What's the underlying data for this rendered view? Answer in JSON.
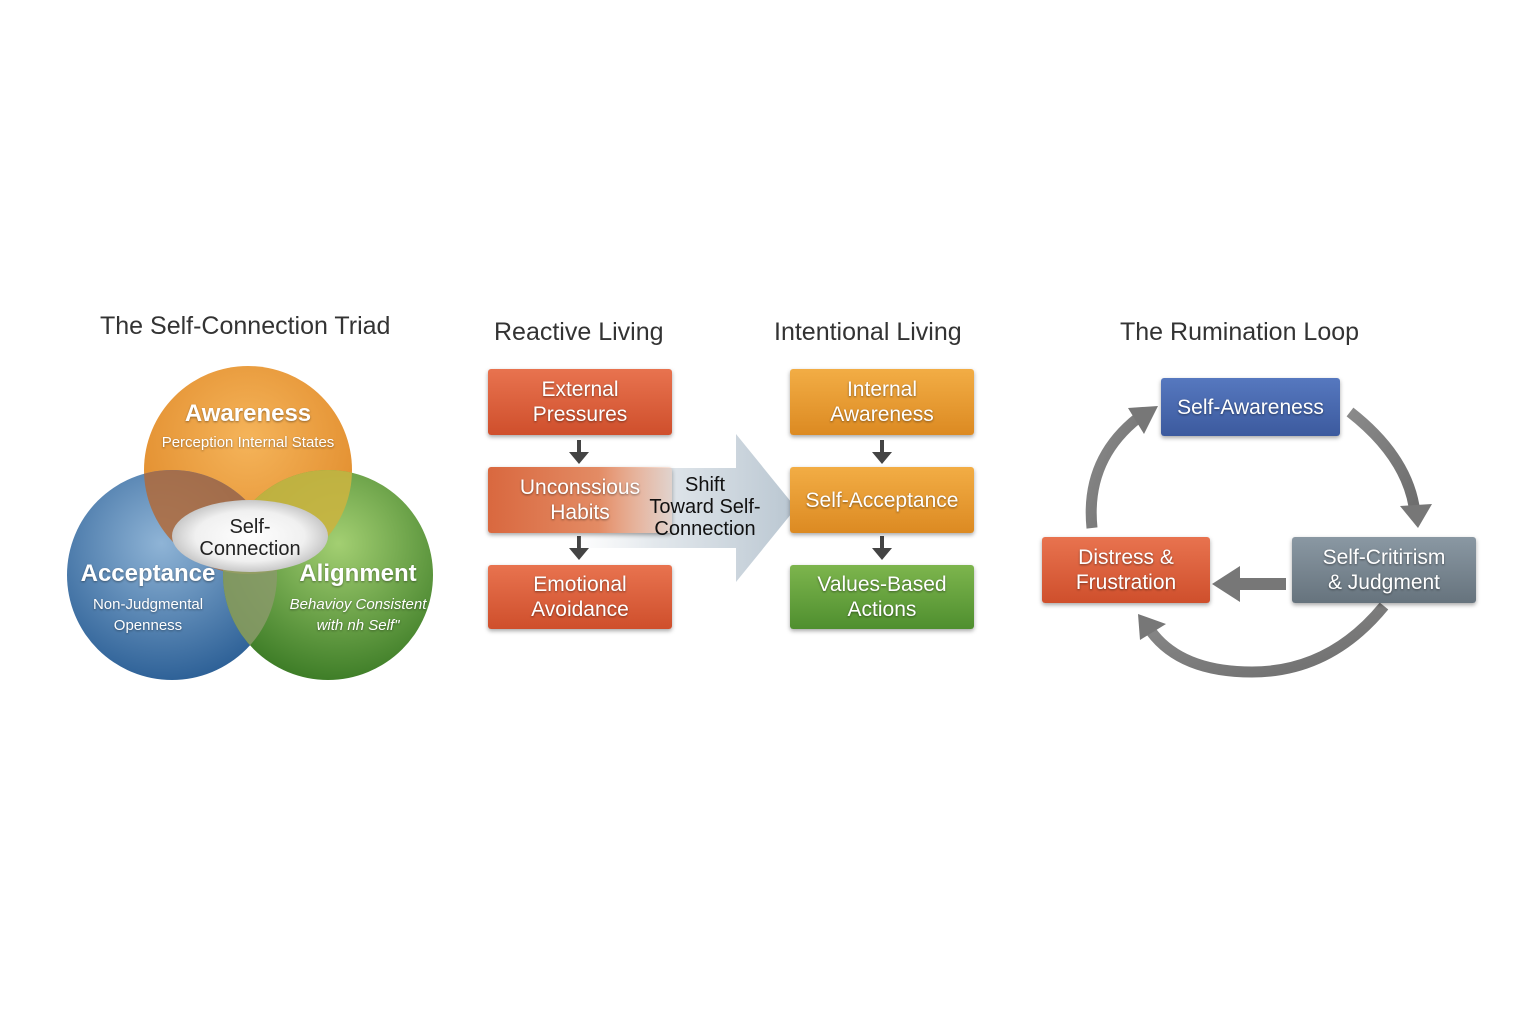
{
  "triad": {
    "title": "The Self-Connection Triad",
    "awareness": {
      "label": "Awareness",
      "desc": "Perception Internal States"
    },
    "acceptance": {
      "label": "Acceptance",
      "desc_line1": "Non-Judgmental",
      "desc_line2": "Openness"
    },
    "alignment": {
      "label": "Alignment",
      "desc_line1": "Behavioy Consistent",
      "desc_line2": "with nh Self\""
    },
    "center": {
      "line1": "Self-",
      "line2": "Connection"
    },
    "colors": {
      "awareness": "#ea9a3a",
      "acceptance": "#4a7fb0",
      "alignment": "#5a9a3a"
    }
  },
  "reactive": {
    "title": "Reactive Living",
    "boxes": [
      {
        "line1": "External",
        "line2": "Pressures"
      },
      {
        "line1": "Unconssious",
        "line2": "Habits"
      },
      {
        "line1": "Emotional",
        "line2": "Avoidance"
      }
    ]
  },
  "shift": {
    "line1": "Shift",
    "line2": "Toward Self-",
    "line3": "Connection"
  },
  "intentional": {
    "title": "Intentional Living",
    "boxes": [
      {
        "line1": "Internal",
        "line2": "Awareness"
      },
      {
        "line1": "Self-Acceptance",
        "line2": ""
      },
      {
        "line1": "Values-Based",
        "line2": "Actions"
      }
    ]
  },
  "rumination": {
    "title": "The Rumination Loop",
    "nodes": {
      "top": "Self-Awareness",
      "right_line1": "Self-Critiтism",
      "right_line2": "& Judgment",
      "left_line1": "Distress &",
      "left_line2": "Frustration"
    }
  }
}
